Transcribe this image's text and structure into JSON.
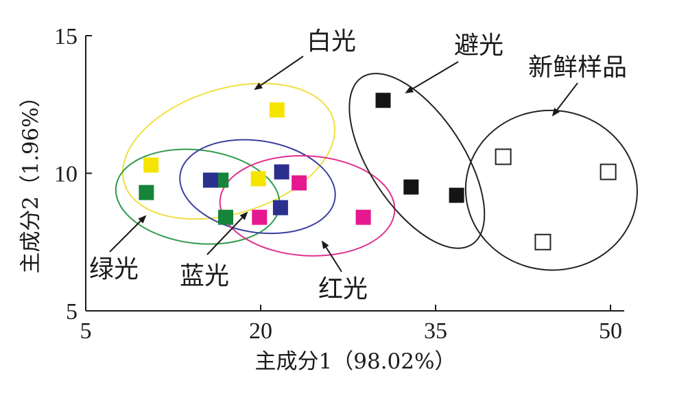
{
  "chart_data": {
    "type": "scatter",
    "xlabel": "主成分1（98.02%）",
    "ylabel": "主成分2（1.96%）",
    "xlim": [
      5,
      50
    ],
    "ylim": [
      5,
      15
    ],
    "xticks": [
      "5",
      "20",
      "35",
      "50"
    ],
    "yticks": [
      "5",
      "10",
      "15"
    ],
    "grid": false,
    "series": [
      {
        "name": "白光",
        "color": "#f5e400",
        "ring_color": "#f0e040",
        "filled": true,
        "points": [
          [
            10.6,
            10.3
          ],
          [
            21.4,
            12.3
          ],
          [
            19.8,
            9.8
          ]
        ]
      },
      {
        "name": "绿光",
        "color": "#16843a",
        "ring_color": "#2f9a4a",
        "filled": true,
        "points": [
          [
            10.2,
            9.3
          ],
          [
            16.6,
            9.75
          ],
          [
            17.0,
            8.4
          ]
        ]
      },
      {
        "name": "蓝光",
        "color": "#2b2f8e",
        "ring_color": "#3a3fa0",
        "filled": true,
        "points": [
          [
            15.7,
            9.75
          ],
          [
            21.8,
            10.05
          ],
          [
            21.7,
            8.75
          ]
        ]
      },
      {
        "name": "红光",
        "color": "#e6178f",
        "ring_color": "#e0308f",
        "filled": true,
        "points": [
          [
            19.9,
            8.4
          ],
          [
            23.3,
            9.65
          ],
          [
            28.8,
            8.4
          ]
        ]
      },
      {
        "name": "避光",
        "color": "#151515",
        "ring_color": "#222222",
        "filled": true,
        "points": [
          [
            30.5,
            12.65
          ],
          [
            32.9,
            9.5
          ],
          [
            36.8,
            9.2
          ]
        ]
      },
      {
        "name": "新鲜样品",
        "color": "#222222",
        "ring_color": "#222222",
        "filled": false,
        "points": [
          [
            40.8,
            10.6
          ],
          [
            44.2,
            7.5
          ],
          [
            49.8,
            10.05
          ]
        ]
      }
    ],
    "annotations": [
      "白光",
      "绿光",
      "蓝光",
      "红光",
      "避光",
      "新鲜样品"
    ]
  }
}
